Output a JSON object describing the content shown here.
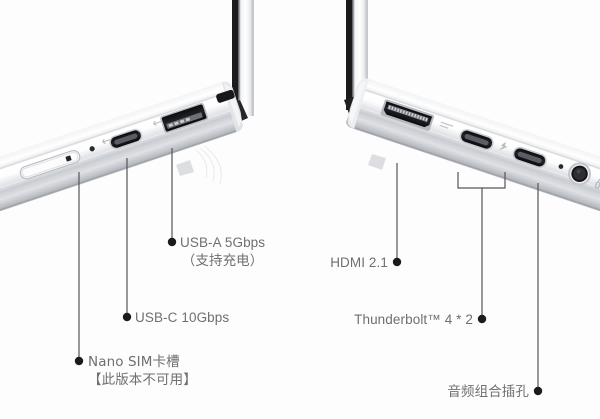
{
  "scene": {
    "title": "Laptop port layout diagram",
    "background_color": "#fdfdfd",
    "label_color": "#6f6f73",
    "leader_line_color": "#555558",
    "device_body_color": "#e9eaec",
    "device_highlight_color": "#ffffff",
    "port_color": "#1c1c1e"
  },
  "left_device": {
    "name": "laptop-left-side-view",
    "ports": [
      {
        "id": "nano-sim",
        "icon": "sim-tray-icon"
      },
      {
        "id": "usb-c",
        "icon": "usb-c-port-icon"
      },
      {
        "id": "usb-a",
        "icon": "usb-a-port-icon"
      },
      {
        "id": "vent",
        "icon": "vent-slot-icon"
      }
    ]
  },
  "right_device": {
    "name": "laptop-right-side-view",
    "ports": [
      {
        "id": "hdmi",
        "icon": "hdmi-port-icon"
      },
      {
        "id": "thunderbolt-1",
        "icon": "usb-c-port-icon"
      },
      {
        "id": "thunderbolt-2",
        "icon": "usb-c-port-icon"
      },
      {
        "id": "audio-jack",
        "icon": "headphone-jack-icon"
      },
      {
        "id": "headphone-glyph",
        "icon": "headphone-icon"
      }
    ]
  },
  "callouts": [
    {
      "id": "usb-a",
      "line1": "USB-A 5Gbps",
      "line2": "（支持充电）"
    },
    {
      "id": "usb-c",
      "line1": "USB-C 10Gbps",
      "line2": ""
    },
    {
      "id": "nano-sim",
      "line1": "Nano SIM卡槽",
      "line2": "【此版本不可用】"
    },
    {
      "id": "hdmi",
      "line1": "HDMI 2.1",
      "line2": ""
    },
    {
      "id": "thunderbolt",
      "line1": "Thunderbolt™ 4 * 2",
      "line2": ""
    },
    {
      "id": "audio",
      "line1": "音频组合插孔",
      "line2": ""
    }
  ]
}
